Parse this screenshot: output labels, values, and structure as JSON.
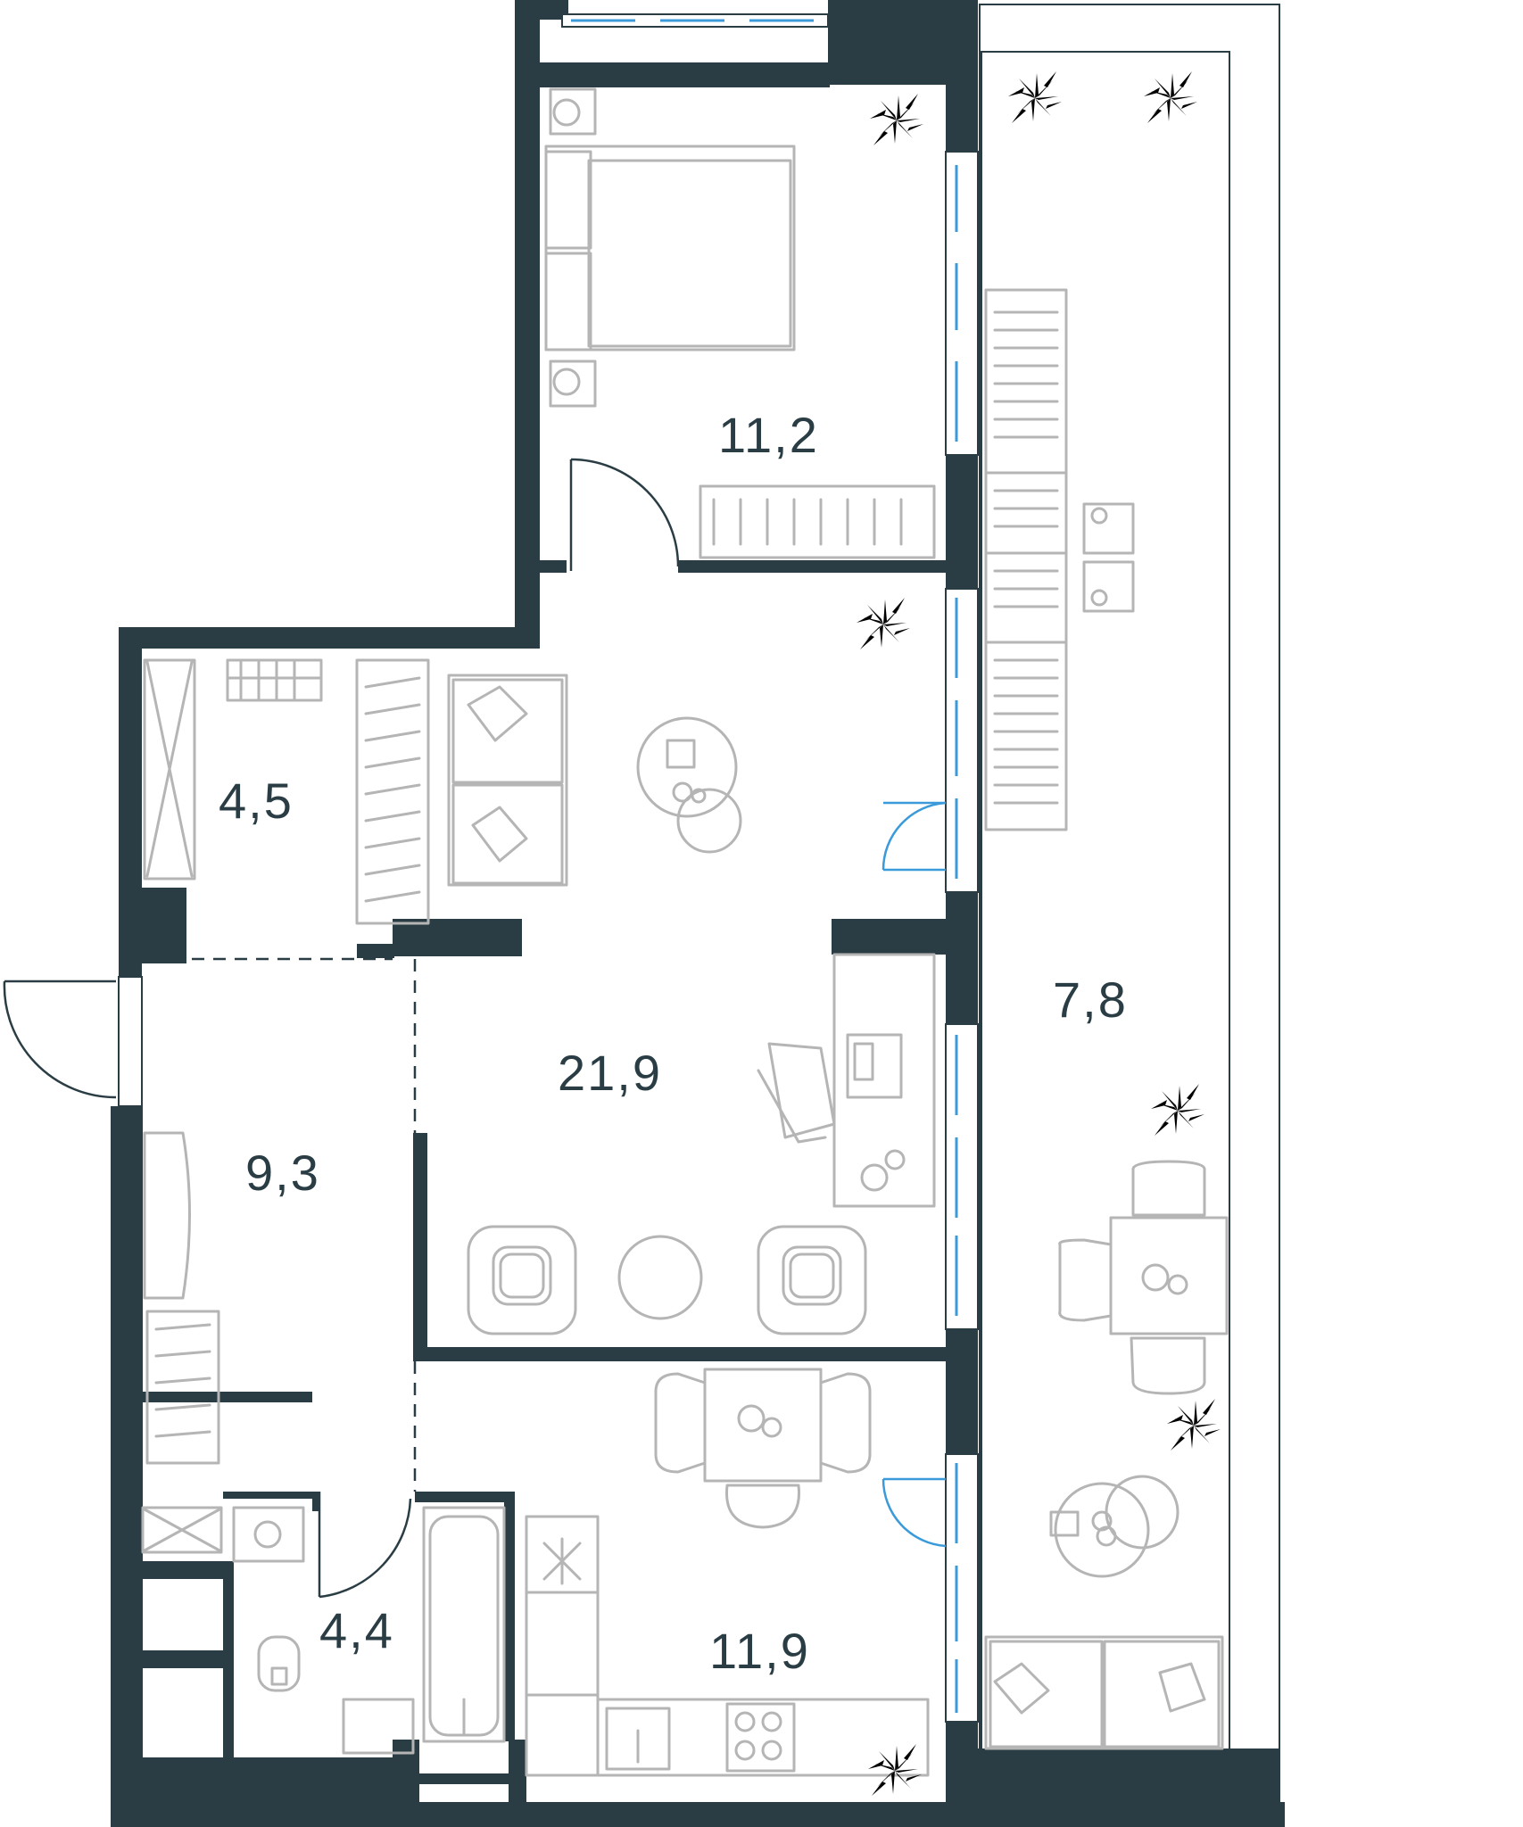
{
  "rooms": [
    {
      "id": "bedroom",
      "area": "11,2"
    },
    {
      "id": "wardrobe",
      "area": "4,5"
    },
    {
      "id": "living",
      "area": "21,9"
    },
    {
      "id": "hall",
      "area": "9,3"
    },
    {
      "id": "bathroom",
      "area": "4,4"
    },
    {
      "id": "kitchen",
      "area": "11,9"
    },
    {
      "id": "balcony",
      "area": "7,8"
    }
  ],
  "colors": {
    "wall": "#2a3d44",
    "furniture": "#b5b5b5",
    "glass": "#3b9ad9",
    "plant": "#8cc63f"
  },
  "icons": [
    "plant-icon",
    "bed-icon",
    "sofa-icon",
    "bathtub-icon",
    "toilet-icon",
    "stove-icon",
    "sink-icon"
  ]
}
